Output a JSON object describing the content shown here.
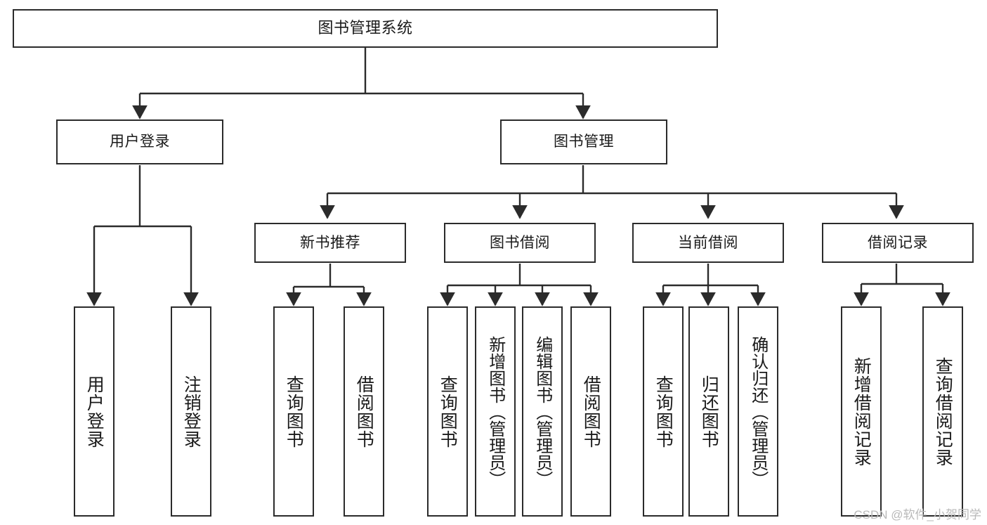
{
  "diagram": {
    "title": "图书管理系统",
    "type": "tree-hierarchy",
    "stroke_color": "#2b2b2b",
    "background_color": "#ffffff",
    "text_color": "#1a1a1a",
    "root": {
      "label": "图书管理系统"
    },
    "level2": [
      {
        "label": "用户登录"
      },
      {
        "label": "图书管理"
      }
    ],
    "level3": [
      {
        "label": "新书推荐"
      },
      {
        "label": "图书借阅"
      },
      {
        "label": "当前借阅"
      },
      {
        "label": "借阅记录"
      }
    ],
    "leaves": {
      "user_login": [
        {
          "label": "用户登录"
        },
        {
          "label": "注销登录"
        }
      ],
      "new_book_recommend": [
        {
          "label": "查询图书"
        },
        {
          "label": "借阅图书"
        }
      ],
      "book_borrow": [
        {
          "label": "查询图书"
        },
        {
          "label": "新增图书（管理员）"
        },
        {
          "label": "编辑图书（管理员）"
        },
        {
          "label": "借阅图书"
        }
      ],
      "current_borrow": [
        {
          "label": "查询图书"
        },
        {
          "label": "归还图书"
        },
        {
          "label": "确认归还（管理员）"
        }
      ],
      "borrow_record": [
        {
          "label": "新增借阅记录"
        },
        {
          "label": "查询借阅记录"
        }
      ]
    }
  },
  "watermark": {
    "text": "CSDN @软件_小贺同学",
    "color": "#b9b9b9"
  }
}
